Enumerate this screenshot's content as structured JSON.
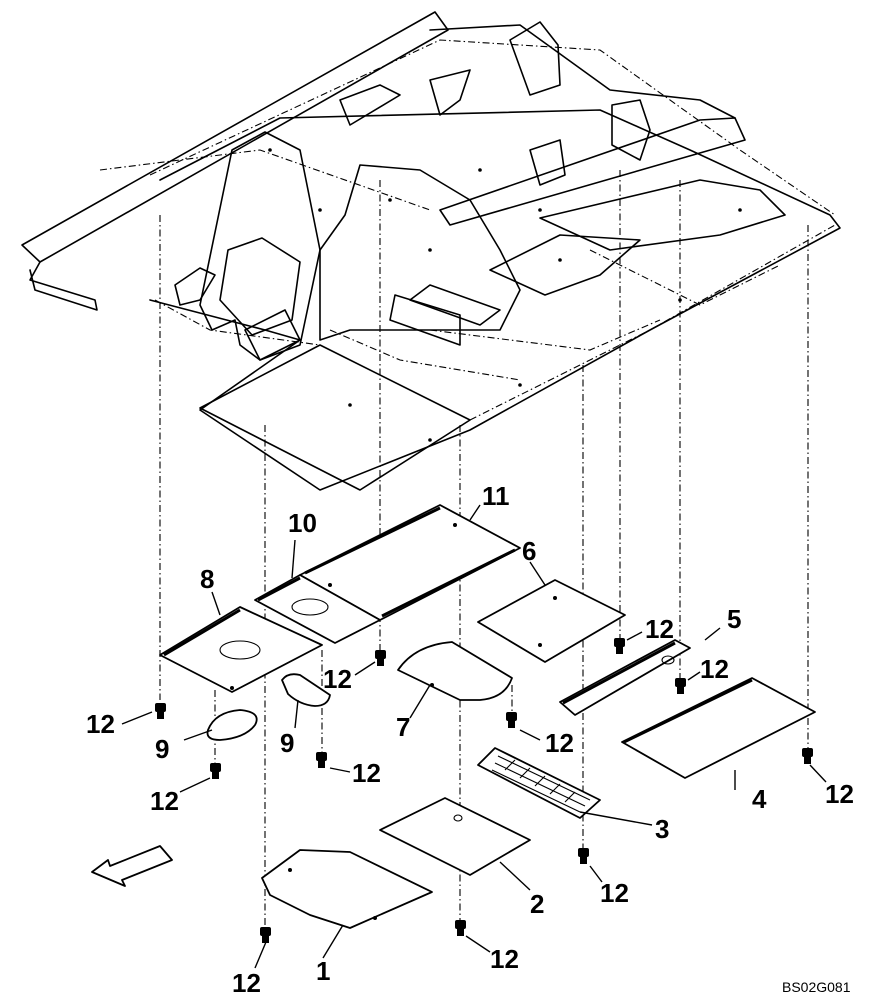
{
  "drawing_code": "BS02G081",
  "callouts": {
    "p1": "1",
    "p2": "2",
    "p3": "3",
    "p4": "4",
    "p5": "5",
    "p6": "6",
    "p7": "7",
    "p8": "8",
    "p9": "9",
    "p10": "10",
    "p11": "11",
    "p12": "12"
  }
}
